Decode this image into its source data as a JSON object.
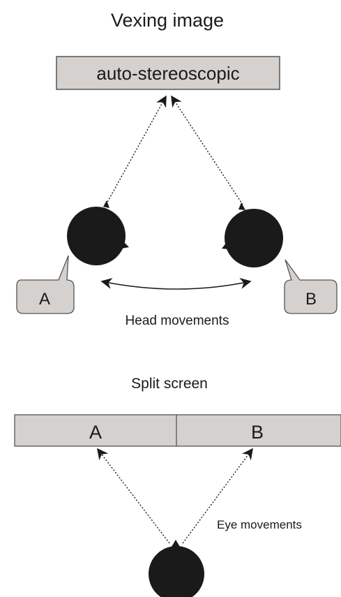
{
  "top_section": {
    "title": "Vexing image",
    "display_label": "auto-stereoscopic",
    "viewer_a_label": "A",
    "viewer_b_label": "B",
    "movement_label": "Head movements"
  },
  "bottom_section": {
    "title": "Split screen",
    "screen_left_label": "A",
    "screen_right_label": "B",
    "movement_label": "Eye movements"
  },
  "colors": {
    "box_fill": "#d4d1cf",
    "ink": "#1a1a1a",
    "outline": "#555555"
  }
}
